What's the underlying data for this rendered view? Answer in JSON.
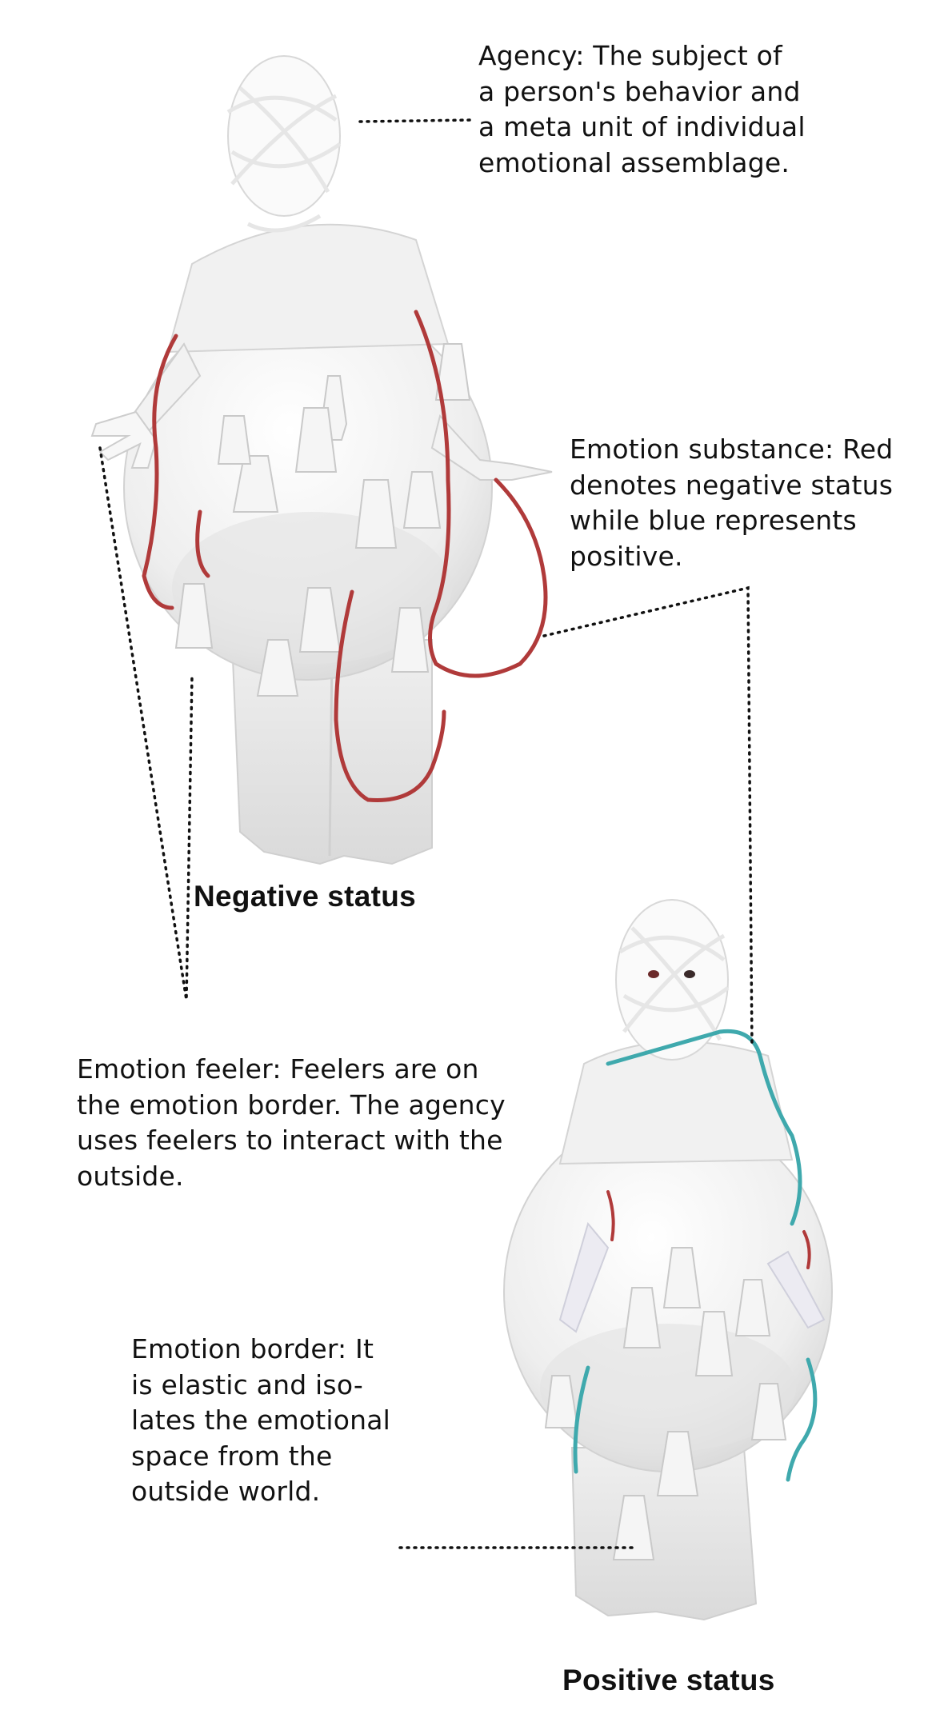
{
  "annotations": {
    "agency": "Agency: The subject of\na person's behavior and\na meta unit of individual\nemotional assemblage.",
    "substance": "Emotion substance: Red\ndenotes negative status\nwhile blue represents\npositive.",
    "feeler": "Emotion feeler: Feelers are on\nthe emotion border. The agency\nuses feelers to interact with the\noutside.",
    "border": "Emotion border: It\nis elastic and iso-\nlates the emotional\nspace from the\noutside world."
  },
  "captions": {
    "negative": "Negative status",
    "positive": "Positive status"
  },
  "figures": {
    "negative": {
      "tube_color": "#b03a3a"
    },
    "positive": {
      "tube_color": "#3fa9ad",
      "accent_color": "#b03a3a"
    }
  },
  "colors": {
    "leader": "#111111",
    "costume": "#f4f4f4",
    "costume_shadow": "#dcdcdc"
  }
}
